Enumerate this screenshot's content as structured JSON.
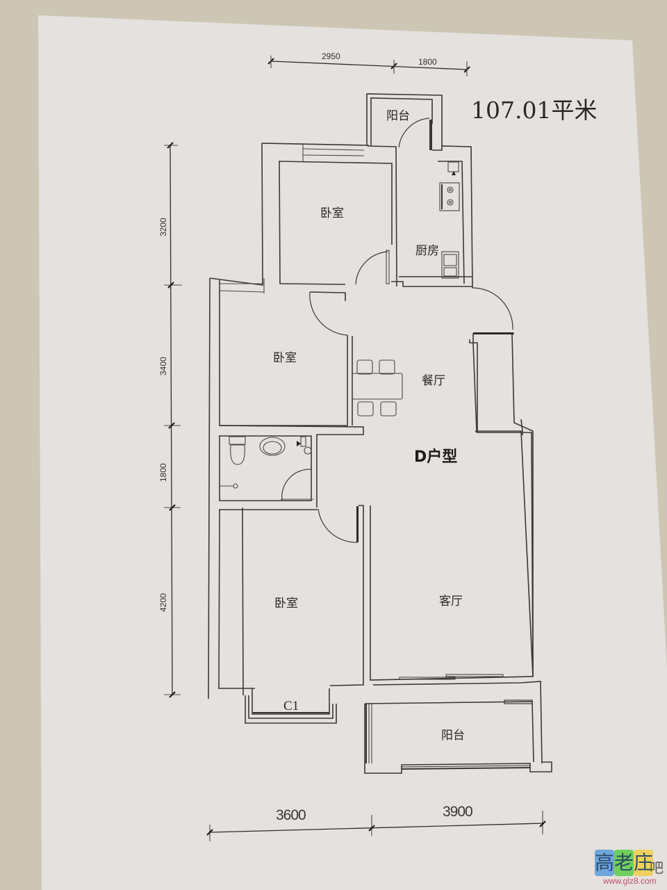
{
  "plan": {
    "area_label": "107.01平米",
    "unit_type": "D户型",
    "rooms": [
      {
        "id": "balcony-north",
        "label": "阳台"
      },
      {
        "id": "bedroom-north",
        "label": "卧室"
      },
      {
        "id": "kitchen",
        "label": "厨房"
      },
      {
        "id": "bedroom-middle",
        "label": "卧室"
      },
      {
        "id": "dining",
        "label": "餐厅"
      },
      {
        "id": "bedroom-south",
        "label": "卧室"
      },
      {
        "id": "living",
        "label": "客厅"
      },
      {
        "id": "balcony-south",
        "label": "阳台"
      }
    ],
    "window_label": "C1",
    "dimensions": {
      "top": [
        "2950",
        "1800"
      ],
      "left": [
        "3200",
        "3400",
        "1800",
        "4200"
      ],
      "bottom": [
        "3600",
        "3900"
      ]
    }
  },
  "watermark": {
    "chars": [
      "高",
      "老",
      "庄"
    ],
    "suffix": "吧",
    "url": "www.glz8.com",
    "colors": [
      "#6ea6dc",
      "#6fcf5a",
      "#f0d060"
    ]
  }
}
